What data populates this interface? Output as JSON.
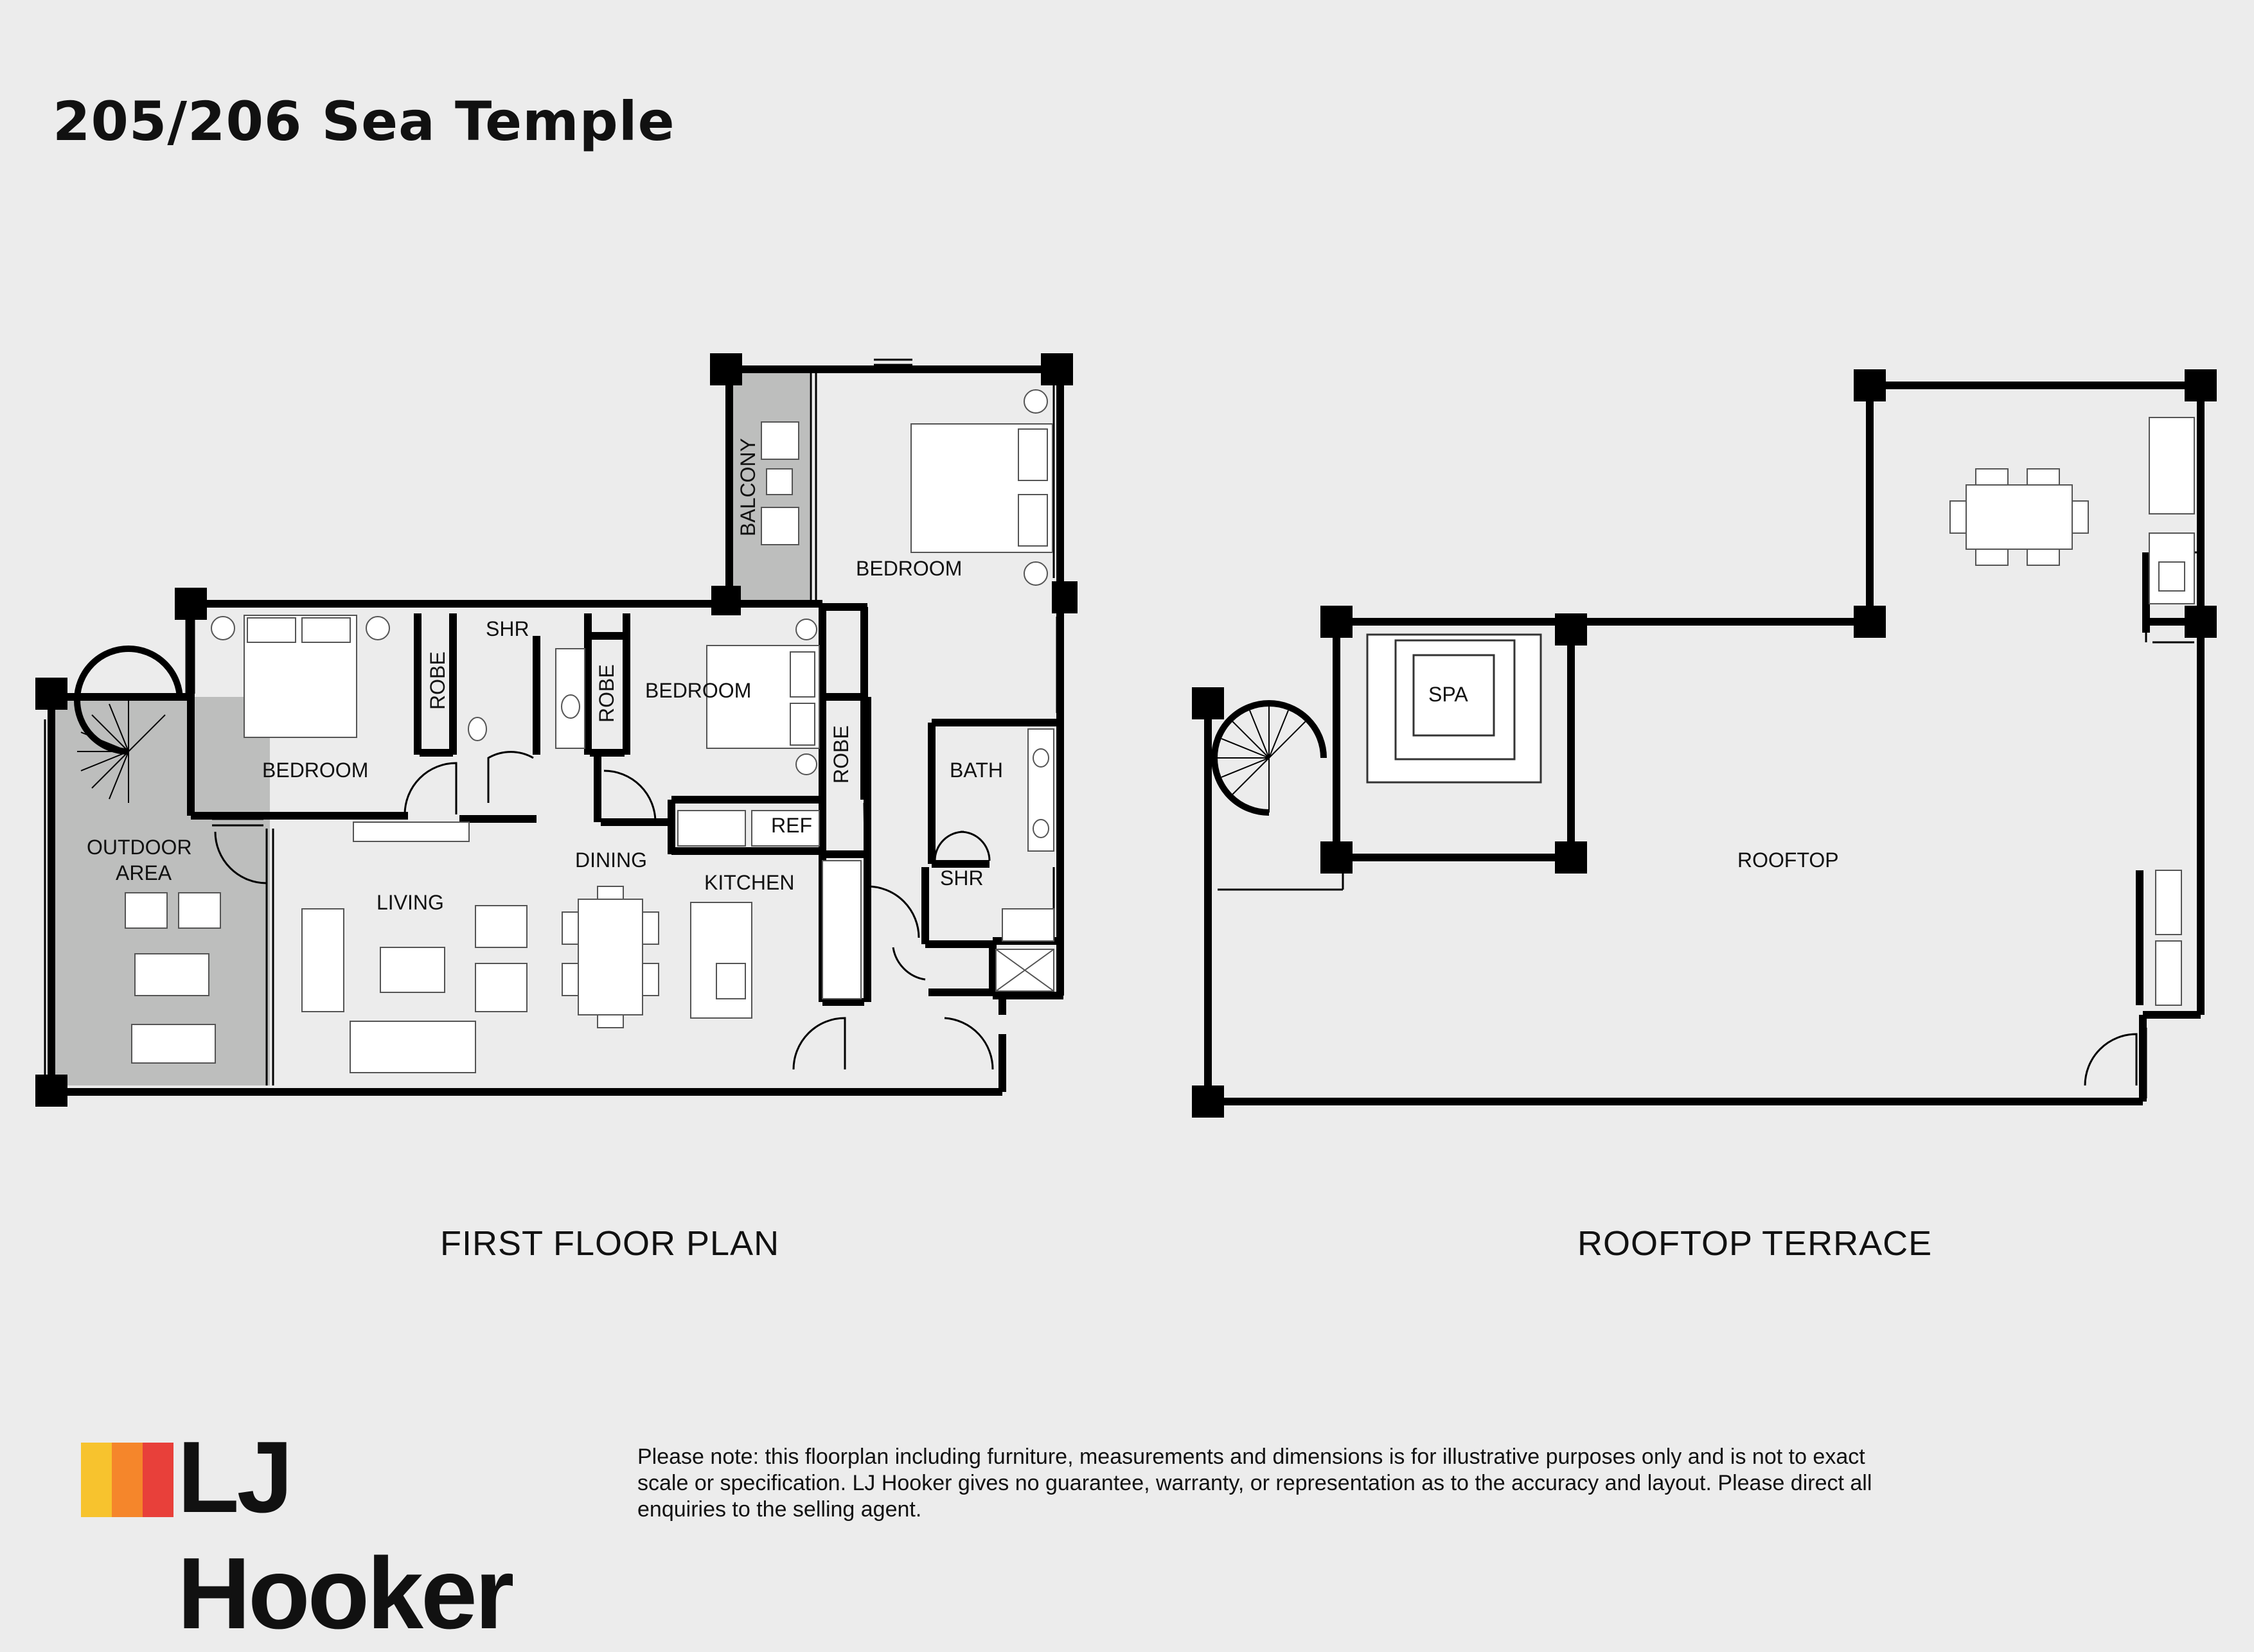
{
  "title": "205/206 Sea Temple",
  "rooms": {
    "balcony": "BALCONY",
    "bedroom_master": "BEDROOM",
    "bedroom_left": "BEDROOM",
    "bedroom_mid": "BEDROOM",
    "robe_1": "ROBE",
    "robe_2": "ROBE",
    "robe_3": "ROBE",
    "shr_top": "SHR",
    "shr_right": "SHR",
    "bath": "BATH",
    "ref": "REF",
    "outdoor_1": "OUTDOOR",
    "outdoor_2": "AREA",
    "living": "LIVING",
    "dining": "DINING",
    "kitchen": "KITCHEN",
    "spa": "SPA",
    "rooftop": "ROOFTOP"
  },
  "captions": {
    "first_floor": "FIRST FLOOR PLAN",
    "rooftop_terrace": "ROOFTOP TERRACE"
  },
  "brand": {
    "name": "LJ Hooker",
    "colors": [
      "#f7c32e",
      "#f5862b",
      "#e8403a"
    ]
  },
  "disclaimer": "Please note: this floorplan including furniture, measurements and dimensions is for illustrative purposes only and is not to exact scale or specification. LJ Hooker gives no guarantee, warranty, or representation as to the accuracy and layout. Please direct all enquiries to the selling agent."
}
